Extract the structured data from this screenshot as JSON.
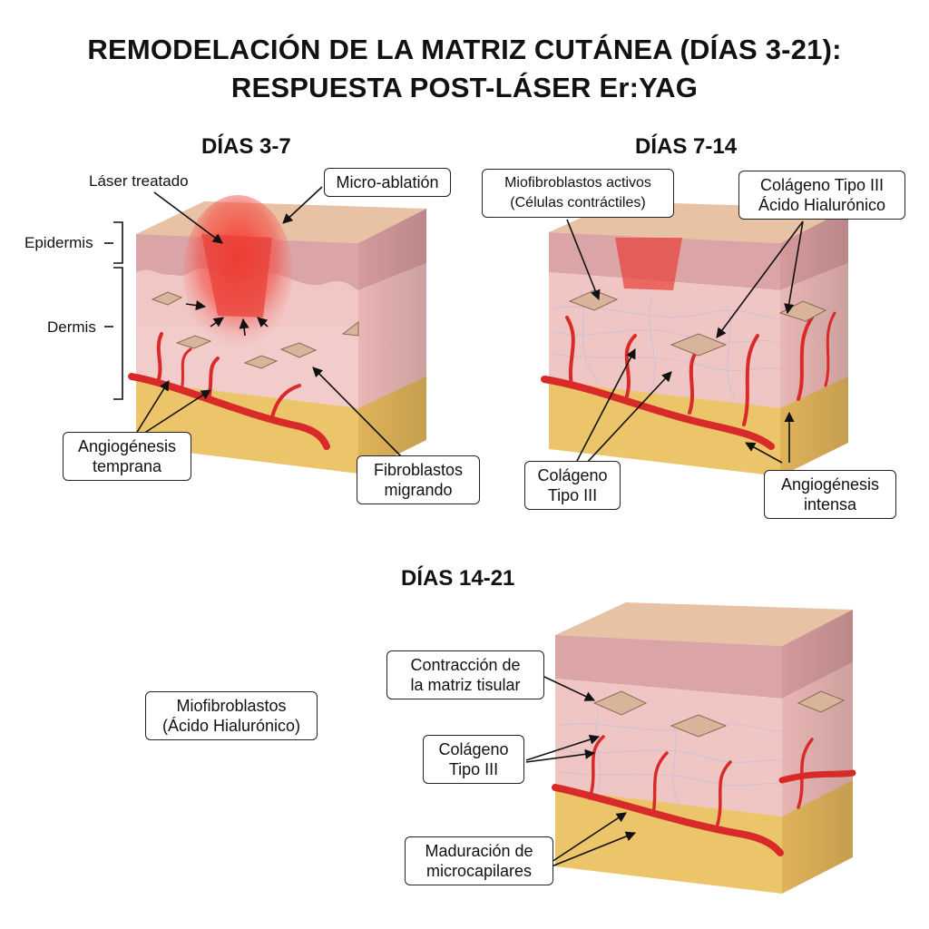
{
  "title": {
    "line1": "REMODELACIÓN DE LA MATRIZ CUTÁNEA (DÍAS 3-21):",
    "line2": "RESPUESTA POST-LÁSER Er:YAG"
  },
  "stage1": {
    "heading": "DÍAS 3-7",
    "laser_label": "Láser treatado",
    "micro_ablation": "Micro-ablatión",
    "epidermis": "Epidermis",
    "dermis": "Dermis",
    "angio_line1": "Angiogénesis",
    "angio_line2": "temprana",
    "fibro_line1": "Fibroblastos",
    "fibro_line2": "migrando"
  },
  "stage2": {
    "heading": "DÍAS 7-14",
    "myo_line1": "Miofibroblastos activos",
    "myo_line2": "(Células contráctiles)",
    "colageno_ha_line1": "Colágeno Tipo III",
    "colageno_ha_line2": "Ácido Hialurónico",
    "colageno_line1": "Colágeno",
    "colageno_line2": "Tipo III",
    "angio_line1": "Angiogénesis",
    "angio_line2": "intensa"
  },
  "stage3": {
    "heading": "DÍAS 14-21",
    "myo_line1": "Miofibroblastos",
    "myo_line2": "(Ácido Hialurónico)",
    "contraction_line1": "Contracción de",
    "contraction_line2": "la matriz tisular",
    "colageno_line1": "Colágeno",
    "colageno_line2": "Tipo III",
    "maturation_line1": "Maduración de",
    "maturation_line2": "microcapilares"
  },
  "colors": {
    "skin_top": "#e8c2a4",
    "epidermis": "#dba5a8",
    "dermis": "#f0c6c4",
    "vessel": "#d92a2a",
    "fat": "#ecc46a",
    "laser": "#f03a30"
  }
}
